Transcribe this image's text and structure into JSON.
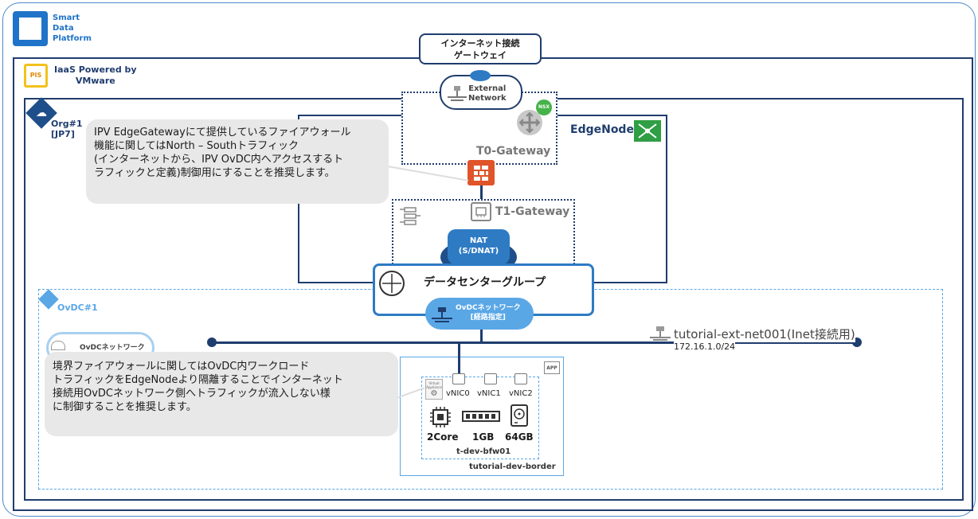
{
  "logo": {
    "line1": "Smart",
    "line2": "Data",
    "line3": "Platform"
  },
  "internet_gateway": {
    "line1": "インターネット接続",
    "line2": "ゲートウェイ"
  },
  "iaas": {
    "badge": "PIS",
    "line1": "IaaS Powered by",
    "line2": "VMware"
  },
  "external_network": {
    "line1": "External",
    "line2": "Network"
  },
  "nsx_badge": "NSX",
  "org": {
    "line1": "Org#1",
    "line2": "[JP7]"
  },
  "edge_node_label": "EdgeNode",
  "t0_label": "T0-Gateway",
  "t1_label": "T1-Gateway",
  "nat": {
    "line1": "NAT",
    "line2": "(S/DNAT)"
  },
  "dc_group_label": "データセンターグループ",
  "ovdc_network_routed": {
    "line1": "OvDCネットワーク",
    "line2": "[経路指定]"
  },
  "ovdc_label": "OvDC#1",
  "ovdc_network_left": "OvDCネットワーク",
  "callout_top": {
    "line1": "IPV EdgeGatewayにて提供しているファイアウォール",
    "line2": "機能に関してはNorth – Southトラフィック",
    "line3": "(インターネットから、IPV OvDC内へアクセスするト",
    "line4": "ラフィックと定義)制御用にすることを推奨します。"
  },
  "callout_bottom": {
    "line1": "境界ファイアウォールに関してはOvDC内ワークロード",
    "line2": "トラフィックをEdgeNodeより隔離することでインターネット",
    "line3": "接続用OvDCネットワーク側へトラフィックが流入しない様",
    "line4": "に制御することを推奨します。"
  },
  "ext_net": {
    "name": "tutorial-ext-net001(Inet接続用)",
    "cidr": "172.16.1.0/24"
  },
  "vm": {
    "app_badge": "APP",
    "appliance_badge": "Virtual Appliance",
    "nics": [
      "vNIC0",
      "vNIC1",
      "vNIC2"
    ],
    "cpu": "2Core",
    "memory": "1GB",
    "disk": "64GB",
    "name": "t-dev-bfw01",
    "vapp": "tutorial-dev-border"
  },
  "colors": {
    "navy": "#1f3d6e",
    "blue": "#2e7bc4",
    "light_blue": "#5aa7e6",
    "fw_red": "#e0542a",
    "green": "#2f9e44"
  }
}
